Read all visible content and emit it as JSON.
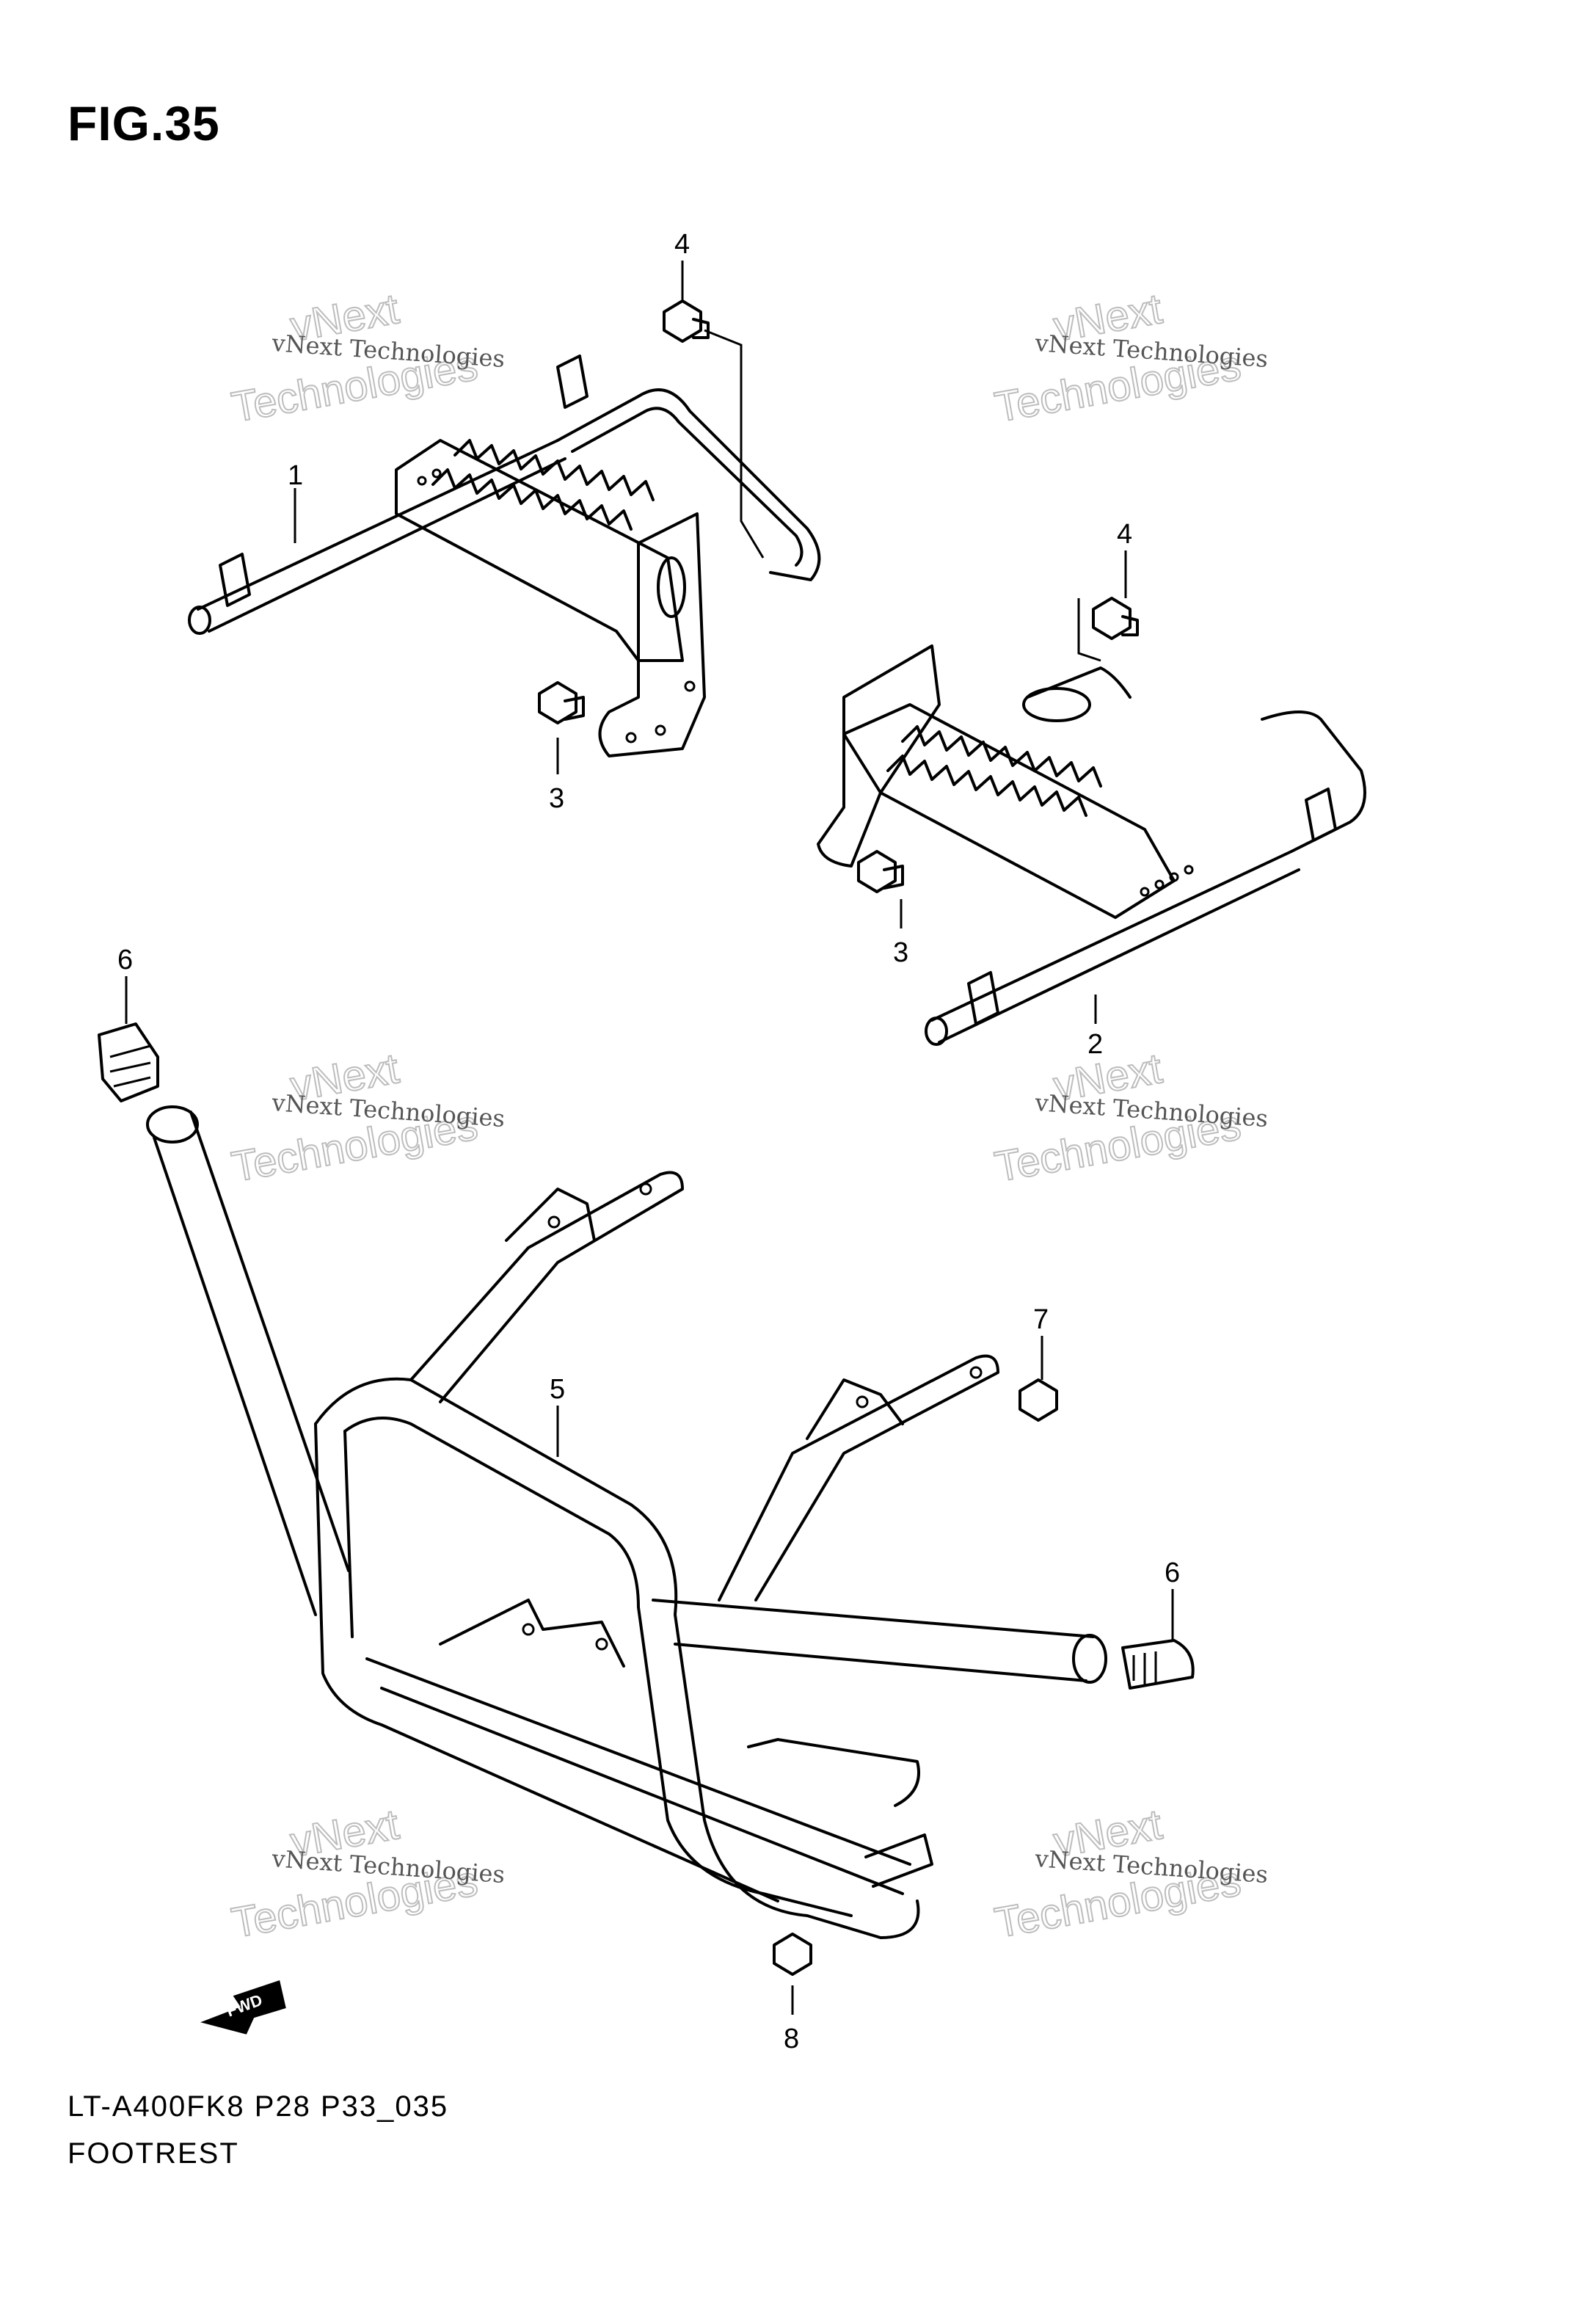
{
  "figure": {
    "title": "FIG.35"
  },
  "footer": {
    "model_code": "LT-A400FK8 P28 P33_035",
    "section_name": "FOOTREST"
  },
  "callouts": {
    "c1": "1",
    "c2": "2",
    "c3a": "3",
    "c3b": "3",
    "c4a": "4",
    "c4b": "4",
    "c5": "5",
    "c6a": "6",
    "c6b": "6",
    "c7": "7",
    "c8": "8"
  },
  "watermark": {
    "line1": "vNext Technologies",
    "line2": "Technologies",
    "line3": "vNext"
  },
  "fwd_arrow": {
    "label": "FWD"
  }
}
